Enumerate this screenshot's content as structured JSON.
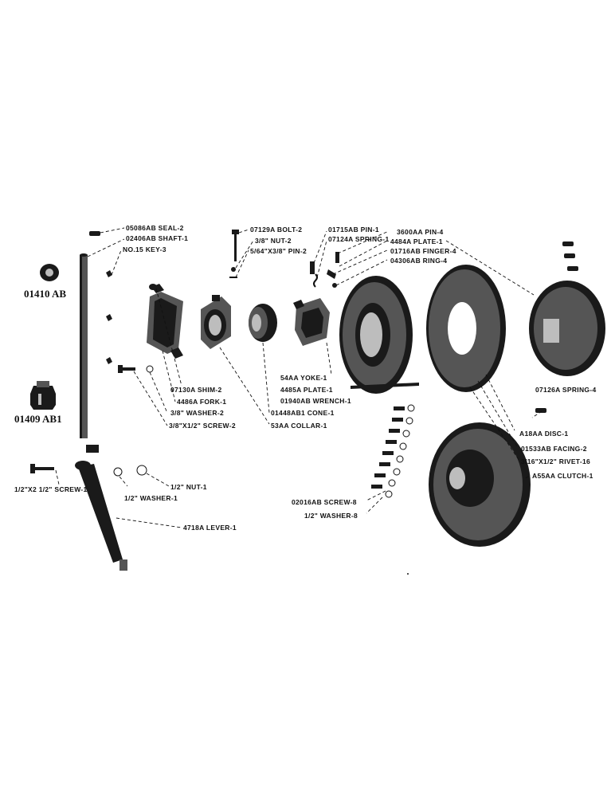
{
  "part_numbers": {
    "seal_ring": "01410 AB",
    "fitting": "01409 AB1"
  },
  "labels": {
    "seal": "05086AB SEAL-2",
    "shaft": "02406AB SHAFT-1",
    "key": "NO.15 KEY-3",
    "shim": "07130A SHIM-2",
    "fork": "4486A FORK-1",
    "washer_38": "3/8\" WASHER-2",
    "screw_38": "3/8\"X1/2\" SCREW-2",
    "collar": "53AA COLLAR-1",
    "cone": "01448AB1 CONE-1",
    "wrench": "01940AB WRENCH-1",
    "plate_4485": "4485A PLATE-1",
    "yoke": "54AA YOKE-1",
    "bolt": "07129A BOLT-2",
    "nut_38": "3/8\" NUT-2",
    "pin_2": "5/64\"X3/8\" PIN-2",
    "pin_1": "01715AB PIN-1",
    "spring_1": "07124A SPRING-1",
    "pin_4": "3600AA PIN-4",
    "plate_4484": "4484A PLATE-1",
    "finger": "01716AB FINGER-4",
    "ring": "04306AB RING-4",
    "spring_4": "07126A SPRING-4",
    "disc": "A18AA DISC-1",
    "facing": "01533AB FACING-2",
    "rivet": "3/16\"X1/2\" RIVET-16",
    "clutch": "A55AA CLUTCH-1",
    "screw_8": "02016AB SCREW-8",
    "washer_8": "1/2\" WASHER-8",
    "screw_1": "1/2\"X2 1/2\" SCREW-1",
    "washer_1": "1/2\" WASHER-1",
    "nut_1": "1/2\" NUT-1",
    "lever": "4718A LEVER-1"
  }
}
